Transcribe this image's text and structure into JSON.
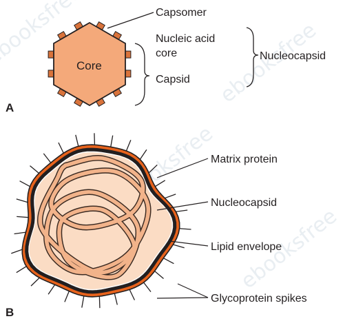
{
  "colors": {
    "capsid_fill": "#f4a97a",
    "capsomer_fill": "#d9733b",
    "envelope_orange": "#e8631c",
    "interior_fill": "#fbdcc4",
    "strand_fill": "#f2b38a",
    "outline": "#231f20"
  },
  "watermark": "ebooksfree",
  "panel_a": {
    "letter": "A",
    "core_label": "Core",
    "labels": {
      "capsomer": "Capsomer",
      "nucleic_acid_line1": "Nucleic acid",
      "nucleic_acid_line2": "core",
      "capsid": "Capsid",
      "nucleocapsid": "Nucleocapsid"
    }
  },
  "panel_b": {
    "letter": "B",
    "labels": {
      "matrix_protein": "Matrix protein",
      "nucleocapsid": "Nucleocapsid",
      "lipid_envelope": "Lipid envelope",
      "glycoprotein_spikes": "Glycoprotein spikes"
    }
  }
}
